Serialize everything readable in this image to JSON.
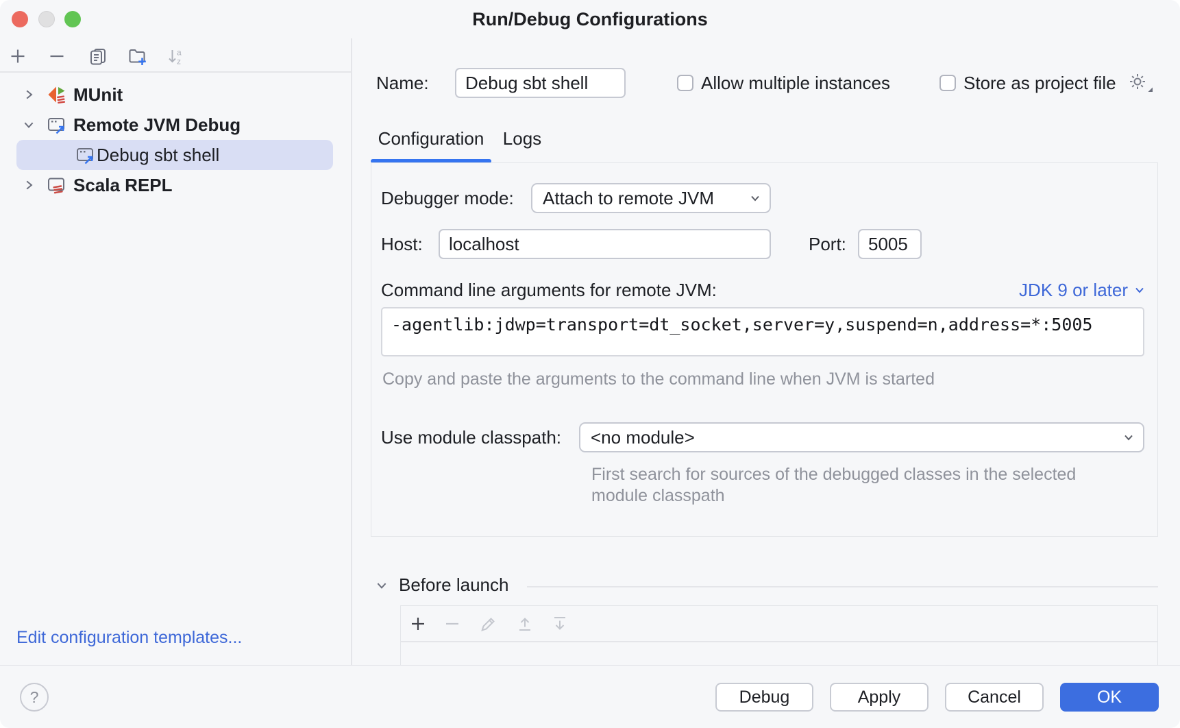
{
  "titlebar": {
    "title": "Run/Debug Configurations"
  },
  "sidebar": {
    "tree": [
      {
        "label": "MUnit",
        "expanded": false
      },
      {
        "label": "Remote JVM Debug",
        "expanded": true
      },
      {
        "label": "Debug sbt shell",
        "selected": true
      },
      {
        "label": "Scala REPL",
        "expanded": false
      }
    ],
    "edit_templates": "Edit configuration templates..."
  },
  "header": {
    "name_label": "Name:",
    "name_value": "Debug sbt shell",
    "allow_multiple": "Allow multiple instances",
    "store_as_project": "Store as project file"
  },
  "tabs": {
    "configuration": "Configuration",
    "logs": "Logs"
  },
  "config": {
    "debugger_mode_label": "Debugger mode:",
    "debugger_mode_value": "Attach to remote JVM",
    "host_label": "Host:",
    "host_value": "localhost",
    "port_label": "Port:",
    "port_value": "5005",
    "cmdline_label": "Command line arguments for remote JVM:",
    "jdk_version": "JDK 9 or later",
    "cmdline_value": "-agentlib:jdwp=transport=dt_socket,server=y,suspend=n,address=*:5005",
    "cmdline_hint": "Copy and paste the arguments to the command line when JVM is started",
    "module_label": "Use module classpath:",
    "module_value": "<no module>",
    "module_hint": "First search for sources of the debugged classes in the selected module classpath"
  },
  "before_launch": {
    "title": "Before launch"
  },
  "footer": {
    "help": "?",
    "debug": "Debug",
    "apply": "Apply",
    "cancel": "Cancel",
    "ok": "OK"
  },
  "icons": {
    "sidebar_toolbar": [
      "add-icon",
      "remove-icon",
      "copy-icon",
      "new-folder-icon",
      "sort-alphabetically-icon"
    ],
    "before_launch_toolbar": [
      "add-icon",
      "remove-icon",
      "edit-icon",
      "move-up-icon",
      "move-down-icon"
    ],
    "misc": [
      "gear-icon",
      "help-icon",
      "chevron-down-icon",
      "chevron-right-icon",
      "munit-icon",
      "remote-jvm-debug-icon",
      "scala-repl-icon"
    ]
  },
  "colors": {
    "accent": "#3574F0",
    "link": "#3E68D8",
    "ok_button": "#3C6EE0",
    "selection": "#D9DEF4",
    "traffic_red": "#EC6A5F",
    "traffic_green": "#62C554"
  }
}
